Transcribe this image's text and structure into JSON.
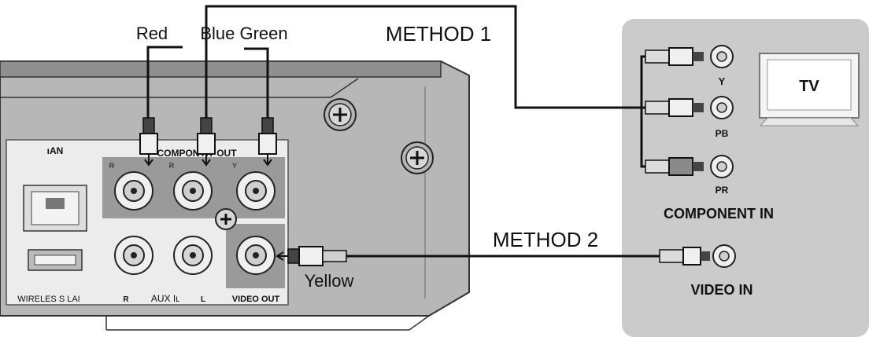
{
  "cable_labels": {
    "red": "Red",
    "blue_green": "Blue Green",
    "yellow": "Yellow"
  },
  "methods": {
    "method1": "METHOD 1",
    "method2": "METHOD 2"
  },
  "player_panel": {
    "lan": "ıAN",
    "component_out": "COMPON NT OUT",
    "jack_r1": "R",
    "jack_r2": "R",
    "jack_y": "Y",
    "aux_r": "R",
    "aux_in": "AUX Iʟ",
    "aux_l": "L",
    "video_out": "VIDEO OUT",
    "wireless_lan": "WIRELES S LAI"
  },
  "tv_panel": {
    "tv_label": "TV",
    "y": "Y",
    "pb": "PB",
    "pr": "PR",
    "component_in": "COMPONENT IN",
    "video_in": "VIDEO IN"
  },
  "colors": {
    "panel_gray": "#c9c9c9",
    "device_gray": "#a8a8a8",
    "line": "#111111"
  }
}
